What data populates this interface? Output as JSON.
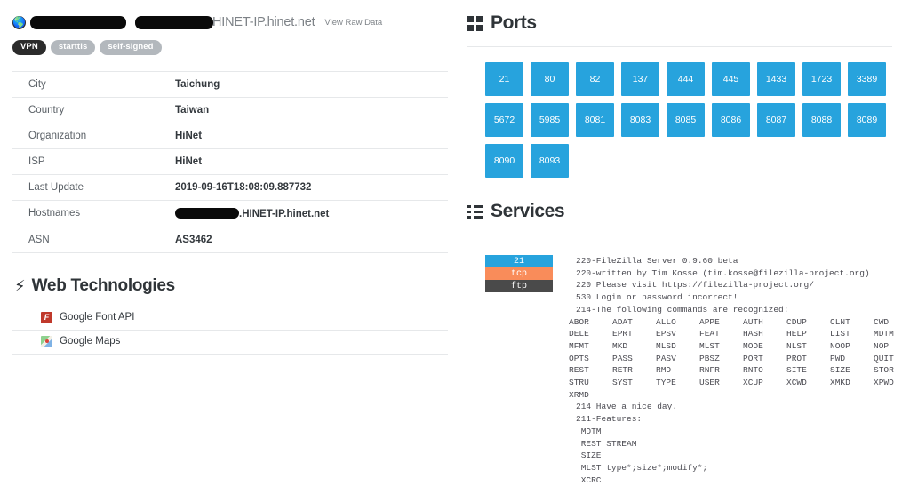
{
  "header": {
    "globe_icon": "globe-icon",
    "redacted_host_1": "",
    "redacted_host_2": "",
    "host_suffix": "HINET-IP.hinet.net",
    "raw_data_link": "View Raw Data",
    "tags": [
      {
        "label": "VPN",
        "style": "dark"
      },
      {
        "label": "starttls",
        "style": "grey"
      },
      {
        "label": "self-signed",
        "style": "grey"
      }
    ]
  },
  "info_table": {
    "rows": [
      {
        "key": "City",
        "value": "Taichung"
      },
      {
        "key": "Country",
        "value": "Taiwan"
      },
      {
        "key": "Organization",
        "value": "HiNet"
      },
      {
        "key": "ISP",
        "value": "HiNet"
      },
      {
        "key": "Last Update",
        "value": "2019-09-16T18:08:09.887732"
      },
      {
        "key": "Hostnames",
        "value": ".HINET-IP.hinet.net",
        "redacted": true
      },
      {
        "key": "ASN",
        "value": "AS3462"
      }
    ]
  },
  "web_technologies": {
    "title": "Web Technologies",
    "icon": "bolt-icon",
    "items": [
      {
        "label": "Google Font API",
        "icon": "google-font-api-icon"
      },
      {
        "label": "Google Maps",
        "icon": "google-maps-icon"
      }
    ]
  },
  "ports": {
    "title": "Ports",
    "icon": "grid-icon",
    "list": [
      "21",
      "80",
      "82",
      "137",
      "444",
      "445",
      "1433",
      "1723",
      "3389",
      "5672",
      "5985",
      "8081",
      "8083",
      "8085",
      "8086",
      "8087",
      "8088",
      "8089",
      "8090",
      "8093"
    ],
    "tile_color": "#27a3dd"
  },
  "services": {
    "title": "Services",
    "icon": "list-icon",
    "entries": [
      {
        "port": "21",
        "protocol": "tcp",
        "name": "ftp",
        "port_color": "#27a3dd",
        "protocol_color": "#f98c5a",
        "name_color": "#4a4a4a",
        "banner_top": "220-FileZilla Server 0.9.60 beta\n220-written by Tim Kosse (tim.kosse@filezilla-project.org)\n220 Please visit https://filezilla-project.org/\n530 Login or password incorrect!\n214-The following commands are recognized:",
        "commands": [
          "ABOR",
          "ADAT",
          "ALLO",
          "APPE",
          "AUTH",
          "CDUP",
          "CLNT",
          "CWD",
          "DELE",
          "EPRT",
          "EPSV",
          "FEAT",
          "HASH",
          "HELP",
          "LIST",
          "MDTM",
          "MFMT",
          "MKD",
          "MLSD",
          "MLST",
          "MODE",
          "NLST",
          "NOOP",
          "NOP",
          "OPTS",
          "PASS",
          "PASV",
          "PBSZ",
          "PORT",
          "PROT",
          "PWD",
          "QUIT",
          "REST",
          "RETR",
          "RMD",
          "RNFR",
          "RNTO",
          "SITE",
          "SIZE",
          "STOR",
          "STRU",
          "SYST",
          "TYPE",
          "USER",
          "XCUP",
          "XCWD",
          "XMKD",
          "XPWD",
          "XRMD"
        ],
        "banner_bottom": "214 Have a nice day.\n211-Features:\n MDTM\n REST STREAM\n SIZE\n MLST type*;size*;modify*;\n XCRC"
      }
    ]
  }
}
